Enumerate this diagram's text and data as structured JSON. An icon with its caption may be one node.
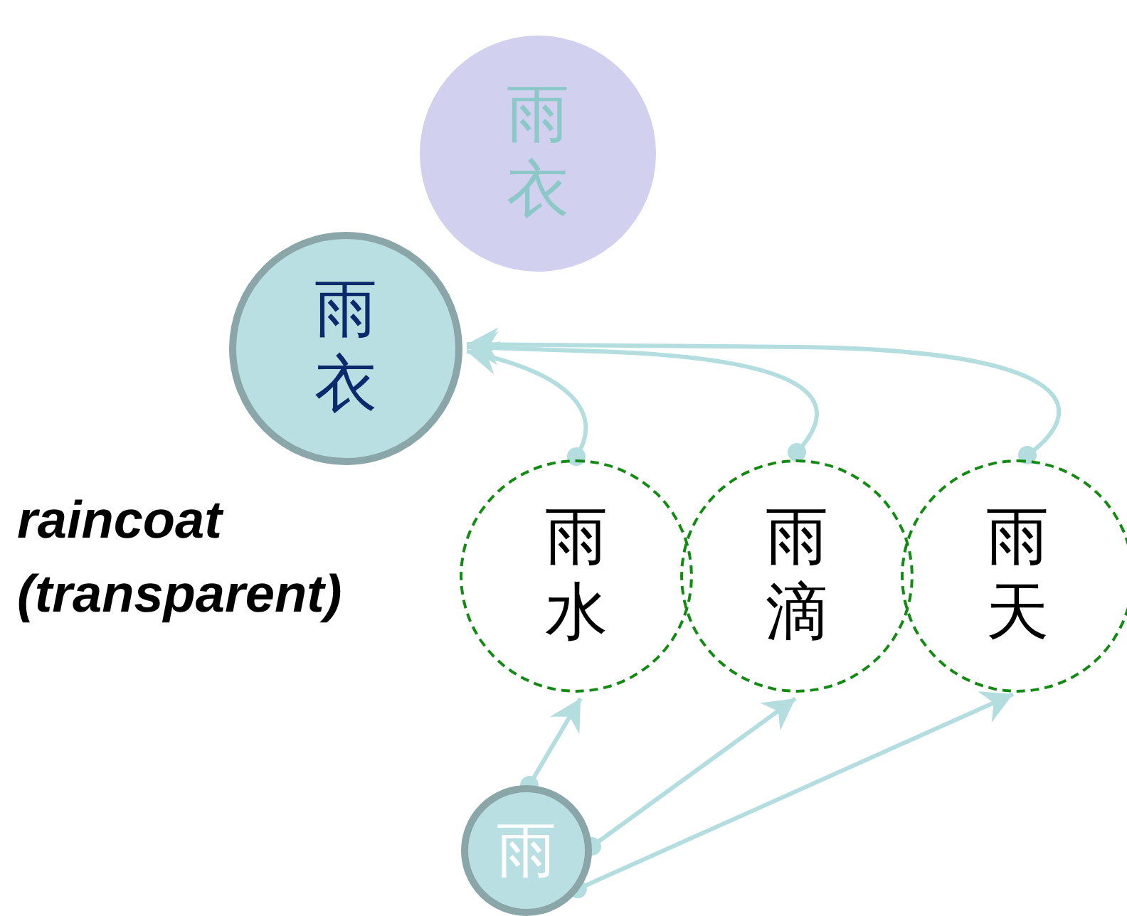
{
  "diagram": {
    "nodes": [
      {
        "text": [
          "雨衣"
        ]
      },
      {
        "text": [
          "雨衣"
        ]
      },
      {
        "text": [
          "雨水"
        ]
      },
      {
        "text": [
          "雨滴"
        ]
      },
      {
        "text": [
          "雨天"
        ]
      },
      {
        "text": [
          "雨"
        ]
      }
    ],
    "edges": [
      {
        "from": 2,
        "to": 1,
        "arrow": "to"
      },
      {
        "from": 3,
        "to": 1,
        "arrow": "to"
      },
      {
        "from": 4,
        "to": 1,
        "arrow": "to"
      },
      {
        "from": 5,
        "to": 2,
        "arrow": "to"
      },
      {
        "from": 5,
        "to": 3,
        "arrow": "to"
      },
      {
        "from": 5,
        "to": 4,
        "arrow": "to"
      }
    ],
    "labels": [
      "raincoat (transparent)"
    ]
  }
}
